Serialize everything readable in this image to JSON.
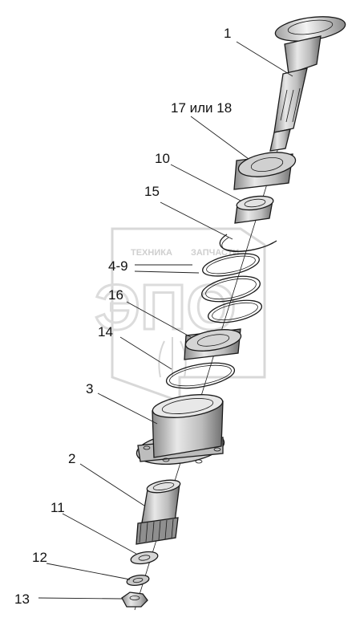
{
  "watermark": {
    "logo_letters": "ЭПО",
    "line_left": "ТЕХНИКА",
    "line_right": "ЗАПЧАСТИ",
    "color": "#d6d6d6"
  },
  "callouts": [
    {
      "id": "c1",
      "label": "1"
    },
    {
      "id": "c17",
      "label": "17 или 18"
    },
    {
      "id": "c10",
      "label": "10"
    },
    {
      "id": "c15",
      "label": "15"
    },
    {
      "id": "c49",
      "label": "4-9"
    },
    {
      "id": "c16",
      "label": "16"
    },
    {
      "id": "c14",
      "label": "14"
    },
    {
      "id": "c3",
      "label": "3"
    },
    {
      "id": "c2",
      "label": "2"
    },
    {
      "id": "c11",
      "label": "11"
    },
    {
      "id": "c12",
      "label": "12"
    },
    {
      "id": "c13",
      "label": "13"
    }
  ],
  "colors": {
    "line": "#1a1a1a",
    "metal_light": "#e6e6e6",
    "metal_mid": "#bdbdbd",
    "metal_dark": "#7a7a7a"
  }
}
